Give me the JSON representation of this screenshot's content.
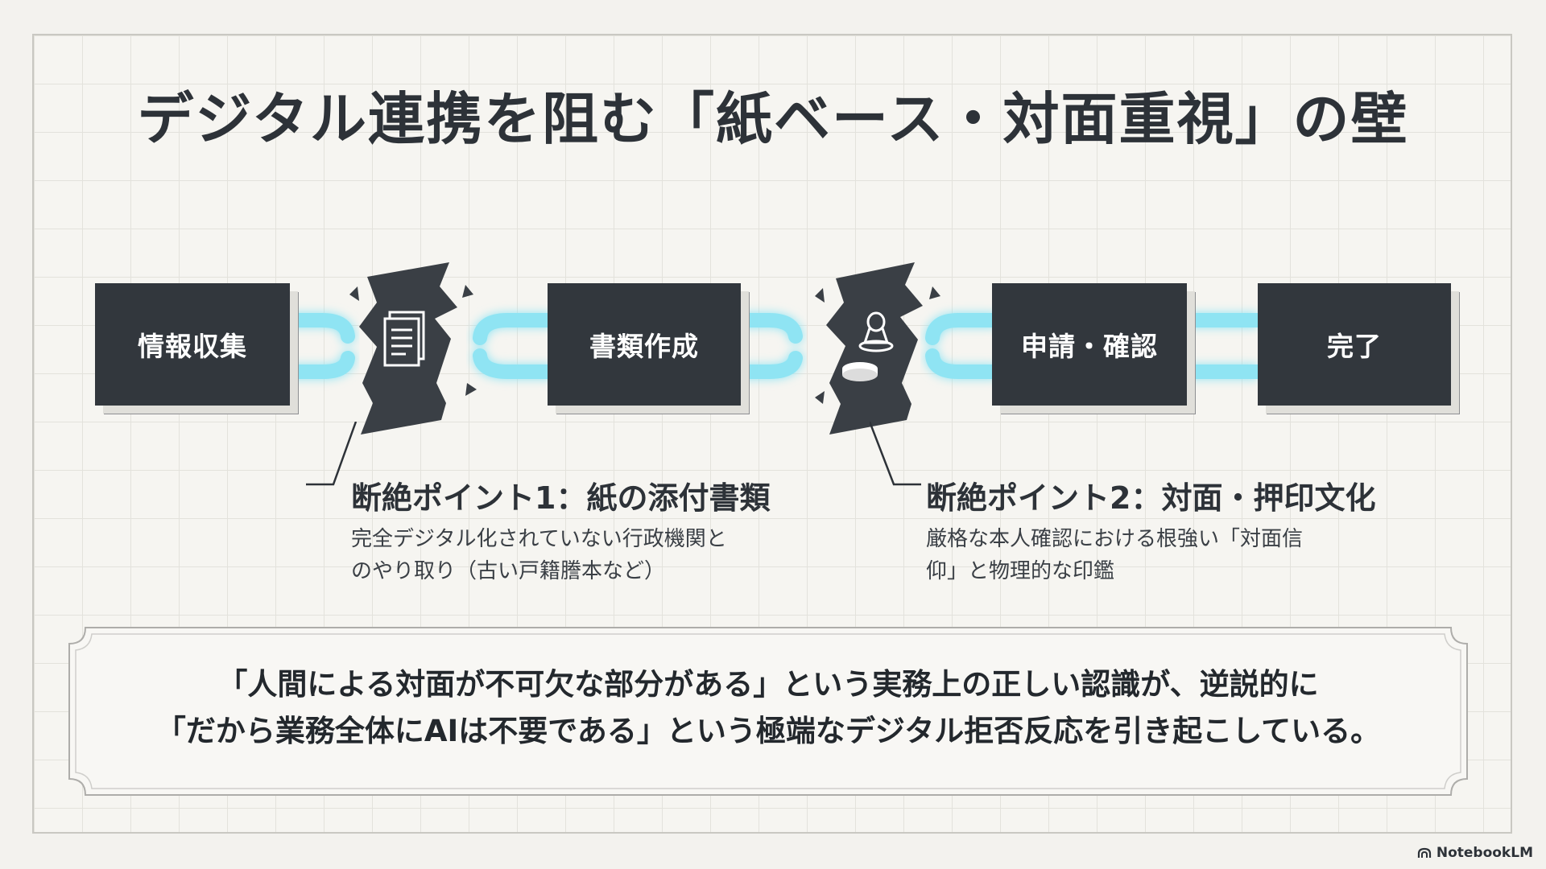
{
  "title": "デジタル連携を阻む「紙ベース・対面重視」の壁",
  "process_steps": [
    {
      "label": "情報収集"
    },
    {
      "label": "書類作成"
    },
    {
      "label": "申請・確認"
    },
    {
      "label": "完了"
    }
  ],
  "break_points": [
    {
      "icon": "paper-documents-icon",
      "title": "断絶ポイント1：紙の添付書類",
      "description_line1": "完全デジタル化されていない行政機関と",
      "description_line2": "のやり取り（古い戸籍謄本など）"
    },
    {
      "icon": "stamp-seal-icon",
      "title": "断絶ポイント2：対面・押印文化",
      "description_line1": "厳格な本人確認における根強い「対面信",
      "description_line2": "仰」と物理的な印鑑"
    }
  ],
  "conclusion": {
    "line1": "「人間による対面が不可欠な部分がある」という実務上の正しい認識が、逆説的に",
    "line2": "「だから業務全体にAIは不要である」という極端なデジタル拒否反応を引き起こしている。"
  },
  "watermark": "NotebookLM",
  "colors": {
    "node": "#32373d",
    "pipe": "#8fe4f3",
    "pipe_glow": "#bff3fb",
    "background": "#f3f2ee"
  }
}
